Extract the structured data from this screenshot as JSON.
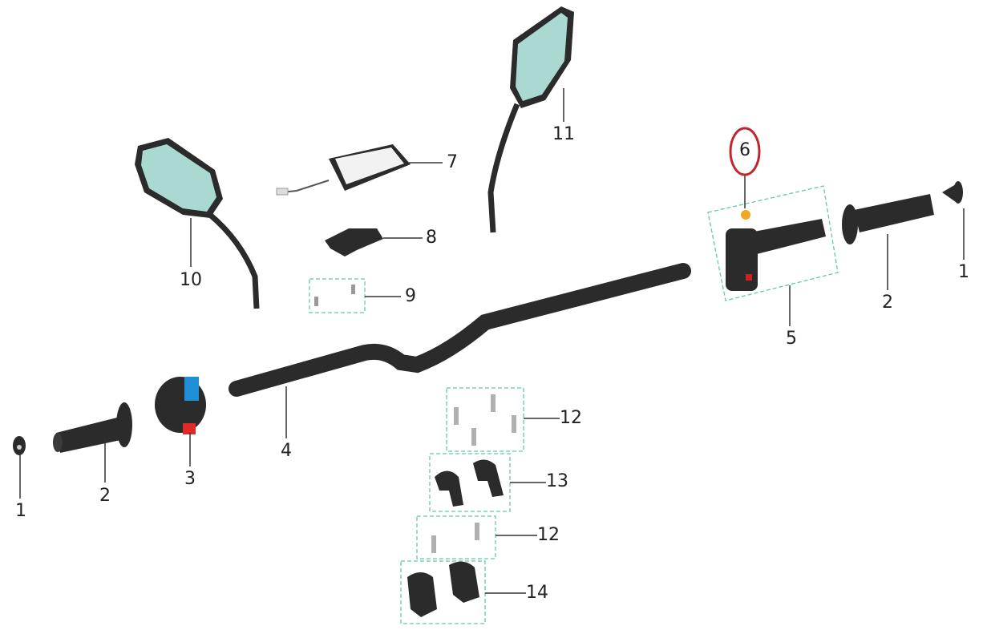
{
  "diagram": {
    "type": "exploded parts diagram",
    "highlight_color": "#c0272d",
    "callouts": {
      "c1_left": "1",
      "c2_left": "2",
      "c3": "3",
      "c4": "4",
      "c5": "5",
      "c6": "6",
      "c7": "7",
      "c8": "8",
      "c9": "9",
      "c10": "10",
      "c11": "11",
      "c2_right": "2",
      "c1_right": "1",
      "c12_top": "12",
      "c13": "13",
      "c12_bottom": "12",
      "c14": "14"
    },
    "highlighted_part": "6"
  }
}
